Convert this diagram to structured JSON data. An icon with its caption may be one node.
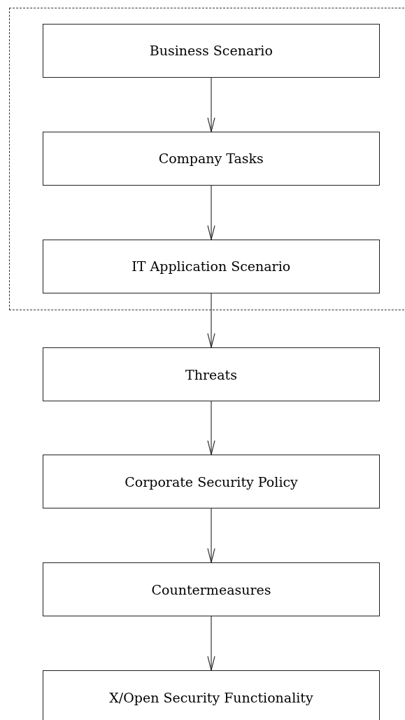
{
  "diagram": {
    "nodes": [
      {
        "text": [],
        "shape": "box"
      },
      {
        "text": [
          "Business Scenario"
        ],
        "in": 0
      },
      {
        "text": [
          "Company Tasks"
        ],
        "in": 0
      },
      {
        "text": [
          "IT Application Scenario"
        ],
        "in": 0
      },
      {
        "text": [
          "Threats"
        ]
      },
      {
        "text": [
          "Corporate Security Policy"
        ]
      },
      {
        "text": [
          "Countermeasures"
        ]
      },
      {
        "text": [
          "X/Open Security Functionality"
        ]
      }
    ],
    "edges": [
      {
        "from": 1,
        "to": 2,
        "arrow": "to"
      },
      {
        "from": 2,
        "to": 3,
        "arrow": "to"
      },
      {
        "from": 3,
        "to": 4,
        "arrow": "to"
      },
      {
        "from": 4,
        "to": 5,
        "arrow": "to"
      },
      {
        "from": 5,
        "to": 6,
        "arrow": "to"
      },
      {
        "from": 6,
        "to": 7,
        "arrow": "to"
      }
    ]
  }
}
